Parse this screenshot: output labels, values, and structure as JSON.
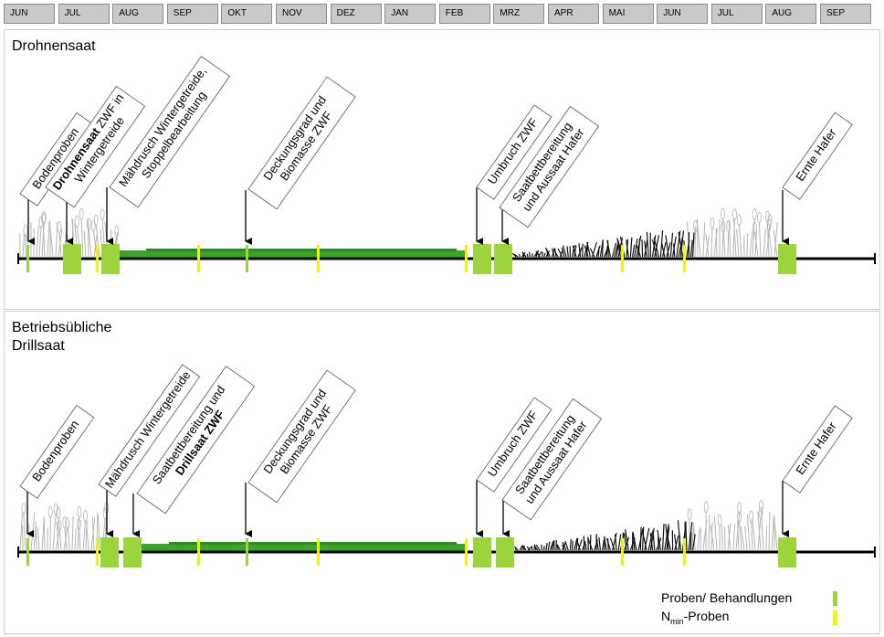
{
  "months": [
    "JUN",
    "JUL",
    "AUG",
    "SEP",
    "OKT",
    "NOV",
    "DEZ",
    "JAN",
    "FEB",
    "MRZ",
    "APR",
    "MAI",
    "JUN",
    "JUL",
    "AUG",
    "SEP"
  ],
  "panels": {
    "top": {
      "title": "Drohnensaat",
      "annotations": [
        {
          "lines": [
            [
              "Bodenproben"
            ]
          ]
        },
        {
          "lines": [
            [
              "Drohnensaat",
              " ZWF in"
            ],
            [
              "Wintergetreide"
            ]
          ],
          "bold_first": true
        },
        {
          "lines": [
            [
              "Mähdrusch Wintergetreide,"
            ],
            [
              "Stoppelbearbeitung"
            ]
          ]
        },
        {
          "lines": [
            [
              "Deckungsgrad und"
            ],
            [
              "Biomasse ZWF"
            ]
          ]
        },
        {
          "lines": [
            [
              "Umbruch ZWF"
            ]
          ]
        },
        {
          "lines": [
            [
              "Saatbettbereitung"
            ],
            [
              "und Aussaat Hafer"
            ]
          ]
        },
        {
          "lines": [
            [
              "Ernte Hafer"
            ]
          ]
        }
      ]
    },
    "bottom": {
      "title_line1": "Betriebsübliche",
      "title_line2": "Drillsaat",
      "annotations": [
        {
          "lines": [
            [
              "Bodenproben"
            ]
          ]
        },
        {
          "lines": [
            [
              "Mähdrusch Wintergetreide"
            ]
          ]
        },
        {
          "lines": [
            [
              "Saatbettbereitung und"
            ],
            [
              "Drillsaat ZWF"
            ]
          ],
          "bold_line2": true
        },
        {
          "lines": [
            [
              "Deckungsgrad und"
            ],
            [
              "Biomasse ZWF"
            ]
          ]
        },
        {
          "lines": [
            [
              "Umbruch ZWF"
            ]
          ]
        },
        {
          "lines": [
            [
              "Saatbettbereitung"
            ],
            [
              "und Aussaat Hafer"
            ]
          ]
        },
        {
          "lines": [
            [
              "Ernte Hafer"
            ]
          ]
        }
      ]
    }
  },
  "legend": {
    "treatments_label": "Proben/ Behandlungen",
    "nmin_label_prefix": "N",
    "nmin_label_sub": "min",
    "nmin_label_suffix": "-Proben"
  },
  "colors": {
    "treatment": "#9bd43c",
    "nmin": "#f2f20f",
    "cover_crop": "#3aa52a",
    "month_bg": "#c9c9c9"
  }
}
